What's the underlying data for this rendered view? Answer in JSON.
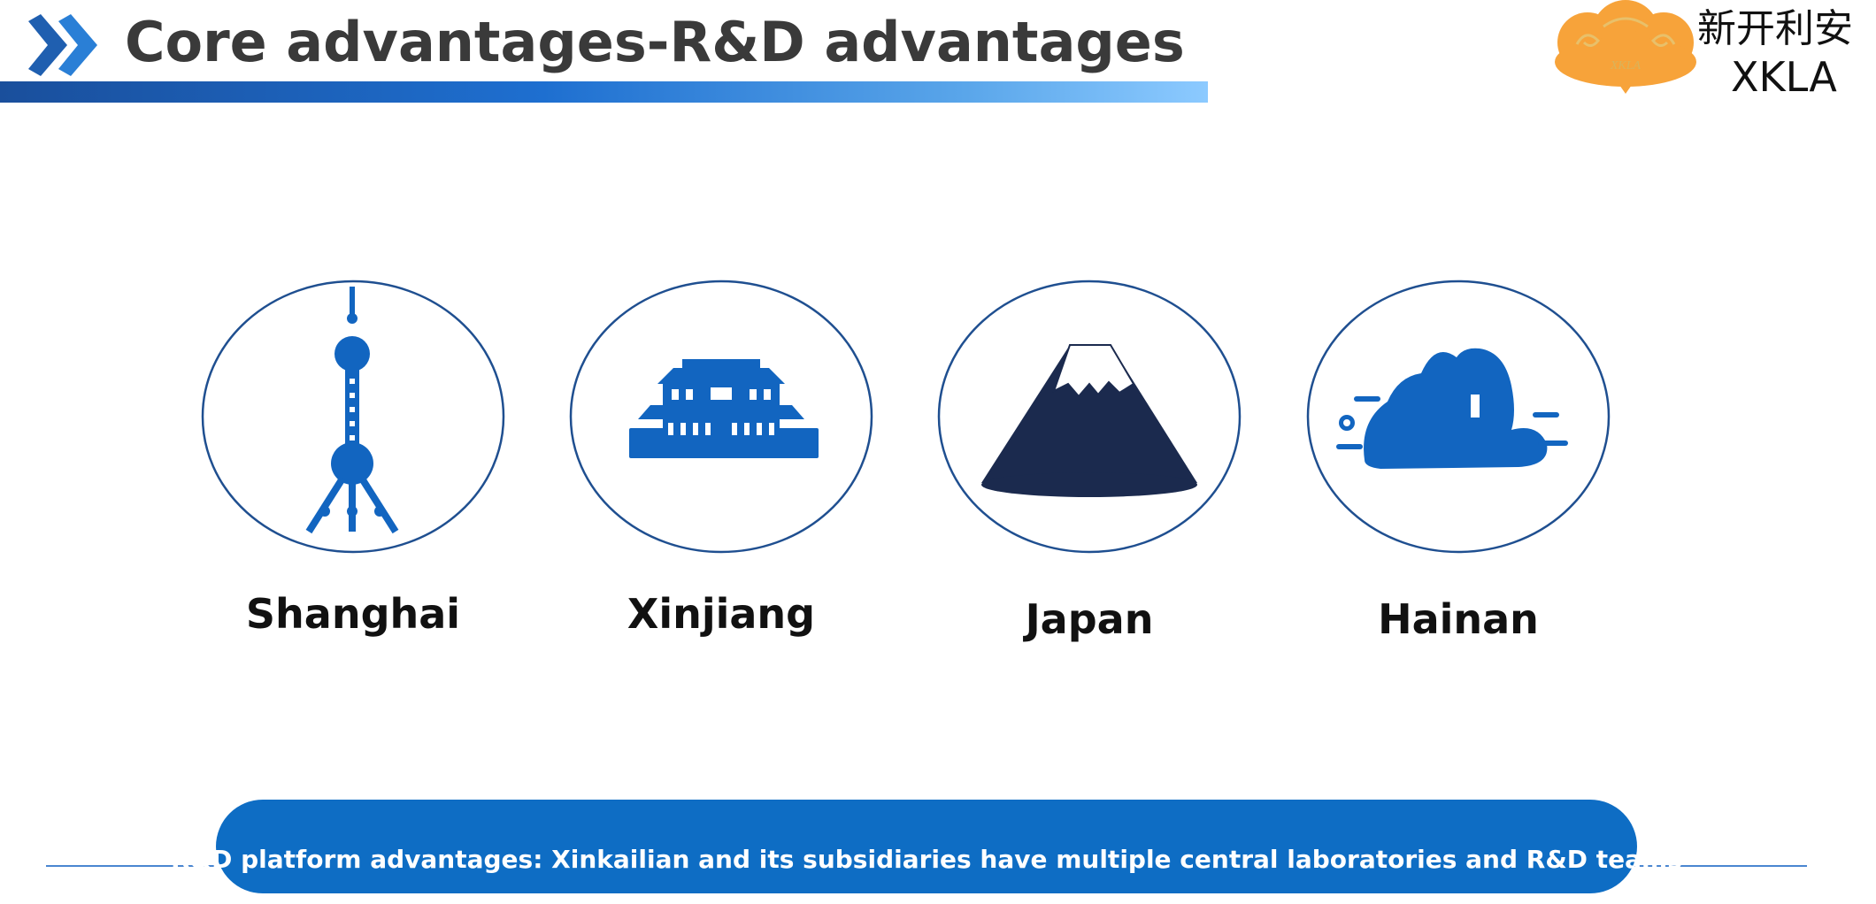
{
  "header": {
    "title": "Core advantages-R&D advantages",
    "accent_color": "#1e6fd0"
  },
  "logo": {
    "chinese_name": "新开利安",
    "english_name": "XKLA",
    "emblem_text": "XKLA",
    "emblem_color": "#f7a33a"
  },
  "locations": [
    {
      "label": "Shanghai",
      "icon": "oriental-pearl-tower-icon"
    },
    {
      "label": "Xinjiang",
      "icon": "palace-gate-icon"
    },
    {
      "label": "Japan",
      "icon": "mount-fuji-icon"
    },
    {
      "label": "Hainan",
      "icon": "coastal-rocks-icon"
    }
  ],
  "footer": {
    "text": "R&D platform advantages: Xinkailian and its subsidiaries have multiple central laboratories and R&D teams"
  },
  "colors": {
    "primary_blue": "#0e6dc4",
    "circle_stroke": "#1f4f90",
    "mountain_navy": "#1b2a4e"
  }
}
